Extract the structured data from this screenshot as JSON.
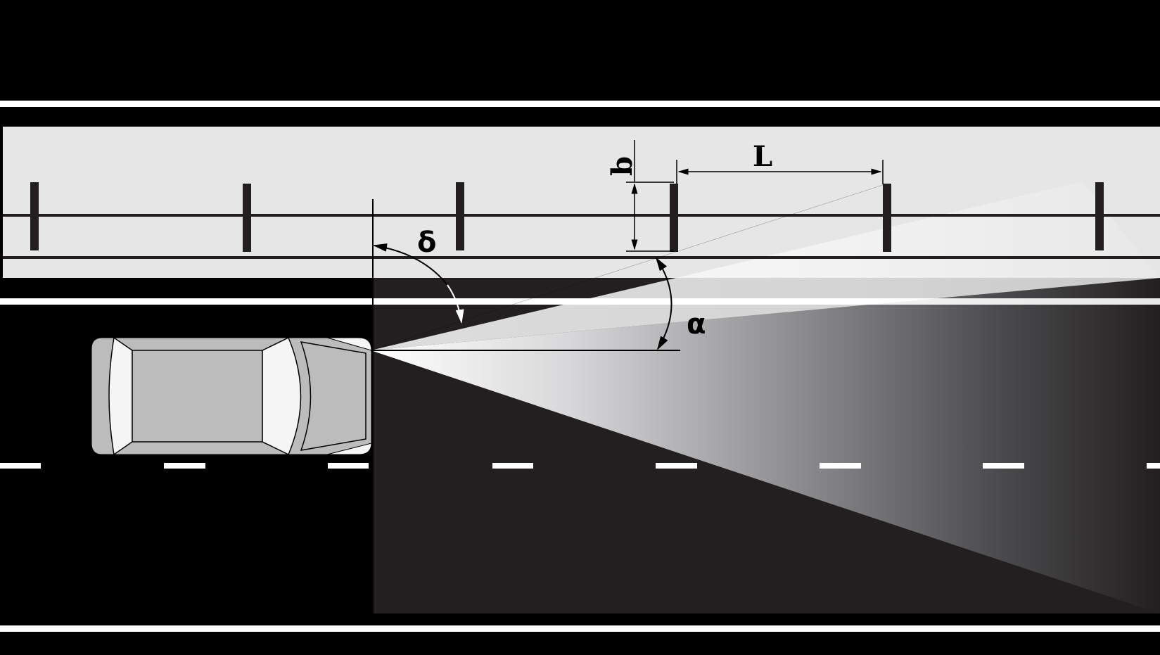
{
  "diagram": {
    "labels": {
      "b": "b",
      "L": "L",
      "delta": "δ",
      "alpha": "α"
    },
    "colors": {
      "background": "#000000",
      "sidewalk": "#e6e6e6",
      "road_lit": "#231f20",
      "lane_line": "#ffffff",
      "post": "#231f20",
      "car_body": "#bcbcbc",
      "car_light": "#f5f5f5",
      "dimension_line": "#000000"
    },
    "elements": {
      "posts_count": 6,
      "lane_dash_count": 8
    }
  }
}
